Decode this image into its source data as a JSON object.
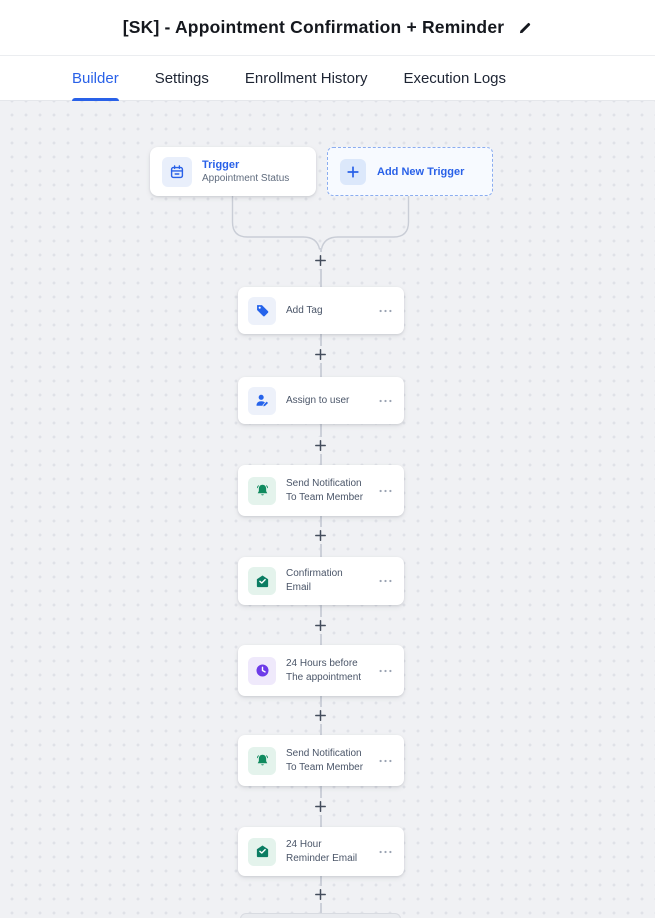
{
  "header": {
    "title": "[SK] - Appointment Confirmation + Reminder"
  },
  "tabs": [
    {
      "label": "Builder",
      "active": true
    },
    {
      "label": "Settings",
      "active": false
    },
    {
      "label": "Enrollment History",
      "active": false
    },
    {
      "label": "Execution Logs",
      "active": false
    }
  ],
  "canvas": {
    "trigger": {
      "title": "Trigger",
      "subtitle": "Appointment Status"
    },
    "add_new_trigger": {
      "label": "Add New Trigger"
    },
    "nodes": [
      {
        "label": "Add Tag",
        "icon": "tag-icon"
      },
      {
        "label": "Assign to user",
        "icon": "user-edit-icon"
      },
      {
        "label": "Send Notification To Team Member",
        "icon": "bell-icon"
      },
      {
        "label": "Confirmation Email",
        "icon": "email-check-icon"
      },
      {
        "label": "24 Hours before The appointment",
        "icon": "clock-icon"
      },
      {
        "label": "Send Notification To Team Member",
        "icon": "bell-icon"
      },
      {
        "label": "24 Hour Reminder Email",
        "icon": "email-check-icon"
      }
    ]
  },
  "colors": {
    "accent_blue": "#2961e8",
    "icon_blue": "#2563eb",
    "green": "#0f8a5e",
    "email_green": "#0c7d63",
    "purple": "#6d3be8",
    "connector_gray": "#c9cdd6",
    "plus_gray": "#444d5c",
    "ellipsis_gray": "#9aa3b2"
  }
}
